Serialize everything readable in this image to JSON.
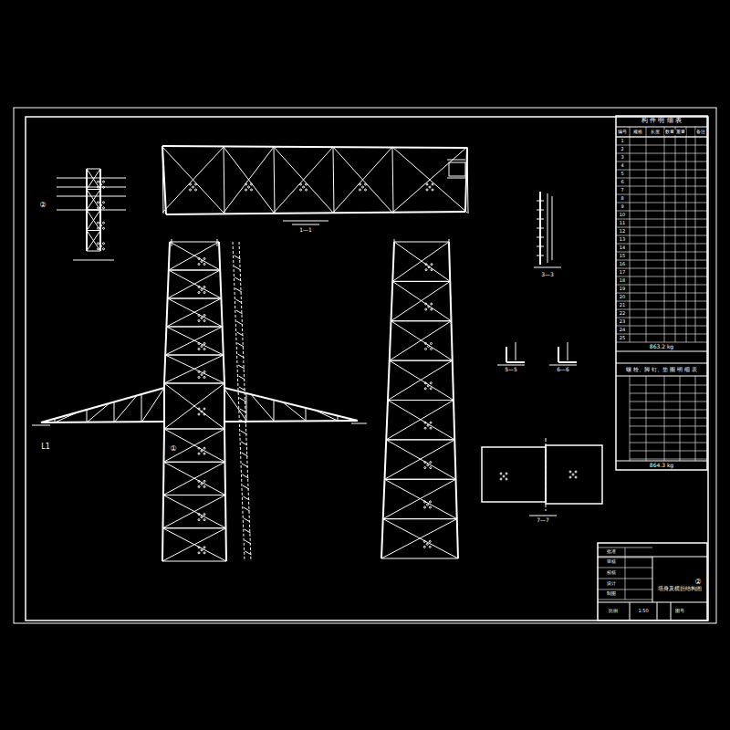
{
  "diagram": {
    "labels": [
      "构 件 明 细 表",
      "编号",
      "规格",
      "长度",
      "数量",
      "重量",
      "备注",
      "1",
      "2",
      "3",
      "4",
      "5",
      "6",
      "7",
      "8",
      "9",
      "10",
      "11",
      "12",
      "13",
      "14",
      "15",
      "16",
      "17",
      "18",
      "19",
      "20",
      "21",
      "22",
      "23",
      "24",
      "25",
      "863.2 kg",
      "螺 栓、脚 钉、垫 圈 明 细 表",
      "864.3 kg",
      "1—1",
      "②",
      "3—3",
      "5—5",
      "6—6",
      "7—7",
      "L1",
      "①",
      "批准",
      "审核",
      "校核",
      "设计",
      "制图",
      "比例",
      "1:50",
      "图号",
      "塔身及横担结构图",
      "②"
    ]
  }
}
